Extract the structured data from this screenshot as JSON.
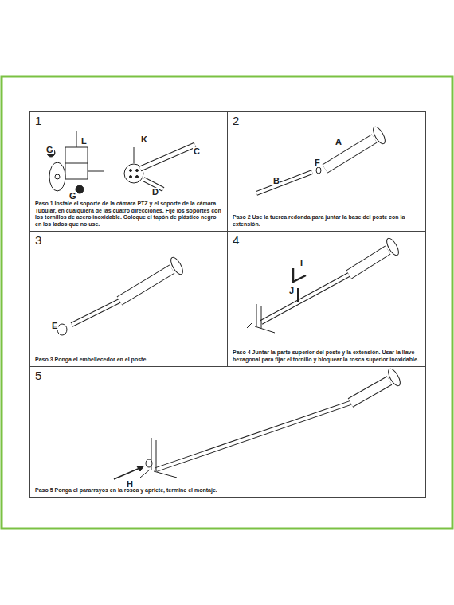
{
  "diagram": {
    "nodes": [
      {
        "text": [
          "1",
          "Paso 1 Instale el soporte de la cámara PTZ y el soporte de la cámara Tubular, en cualquiera de las cuatro direcciones. Fije los soportes con los tornillos de acero inoxidable. Coloque el tapón de plástico negro en los lados que no use."
        ]
      },
      {
        "text": [
          "2",
          "Paso 2 Use la tuerca redonda para juntar la base del poste con la extensión."
        ]
      },
      {
        "text": [
          "3",
          "Paso 3 Ponga el embellecedor en el poste."
        ]
      },
      {
        "text": [
          "4",
          "Paso 4 Juntar la parte superior del poste y la extensión. Usar la llave hexagonal para fijar el tornillo y bloquear la rosca superior inoxidable."
        ]
      },
      {
        "text": [
          "5",
          "Paso 5 Ponga el pararrayos en la rosca y apriete, termine el montaje."
        ]
      }
    ],
    "edges": [],
    "labels": [
      "G",
      "L",
      "K",
      "C",
      "D",
      "G",
      "A",
      "F",
      "B",
      "E",
      "I",
      "J",
      "H"
    ]
  }
}
